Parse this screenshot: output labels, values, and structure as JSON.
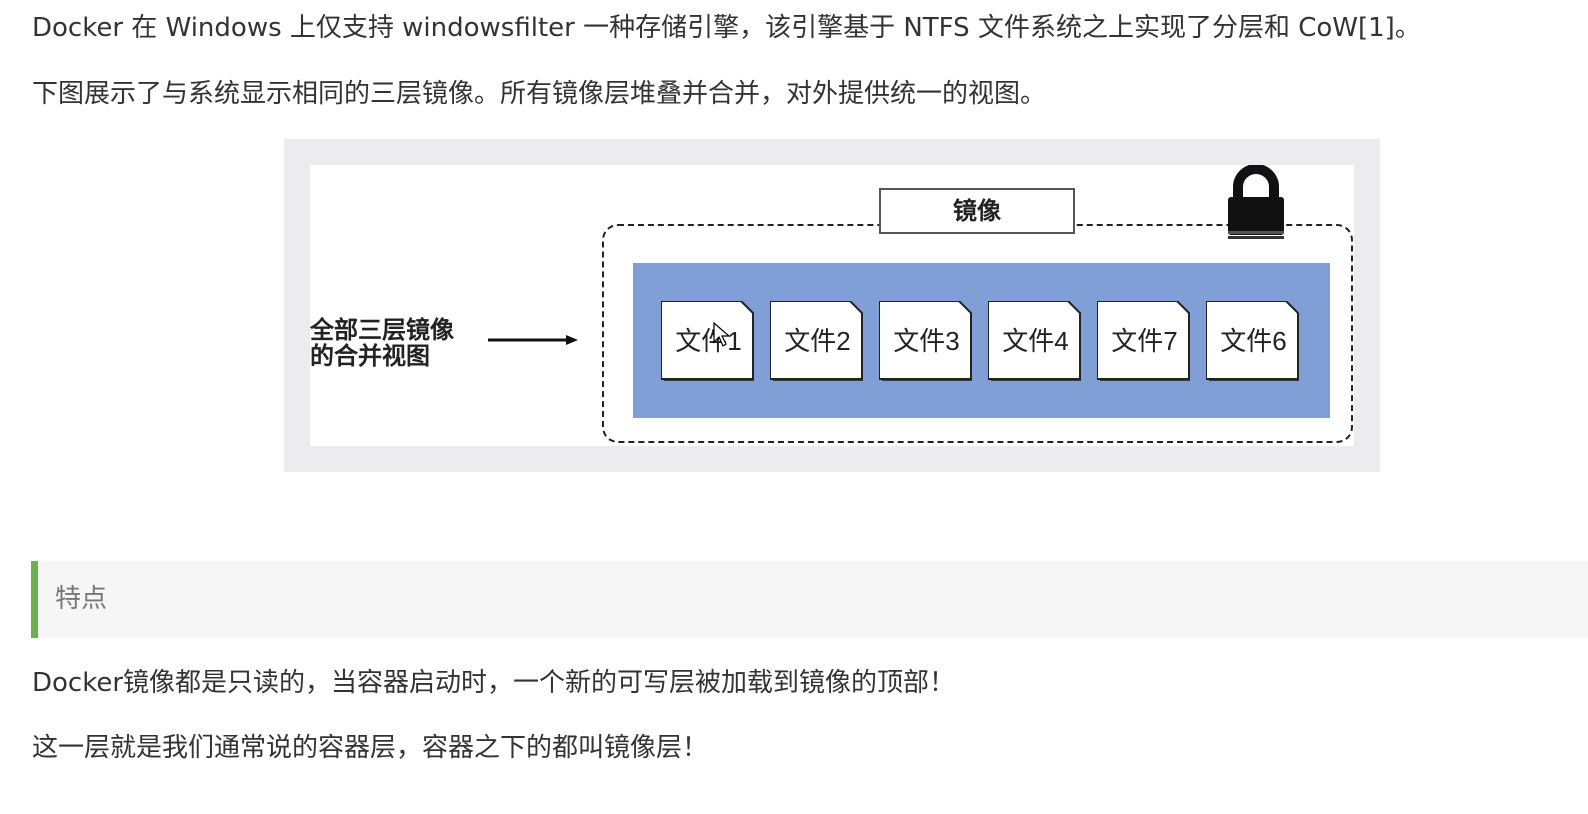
{
  "paragraphs": {
    "p1": "Docker 在 Windows 上仅支持 windowsfilter 一种存储引擎，该引擎基于 NTFS 文件系统之上实现了分层和 CoW[1]。",
    "p2": "下图展示了与系统显示相同的三层镜像。所有镜像层堆叠并合并，对外提供统一的视图。",
    "p3": "Docker镜像都是只读的，当容器启动时，一个新的可写层被加载到镜像的顶部！",
    "p4": "这一层就是我们通常说的容器层，容器之下的都叫镜像层！"
  },
  "diagram": {
    "merged_label_line1": "全部三层镜像",
    "merged_label_line2": "的合并视图",
    "image_title": "镜像",
    "files": [
      "文件1",
      "文件2",
      "文件3",
      "文件4",
      "文件7",
      "文件6"
    ],
    "colors": {
      "band": "#7f9fd6",
      "frame": "#ececee"
    },
    "icons": [
      "lock-icon",
      "arrow-right-icon",
      "mouse-cursor-icon"
    ]
  },
  "callout": {
    "title": "特点",
    "accent_color": "#6ab04c"
  }
}
